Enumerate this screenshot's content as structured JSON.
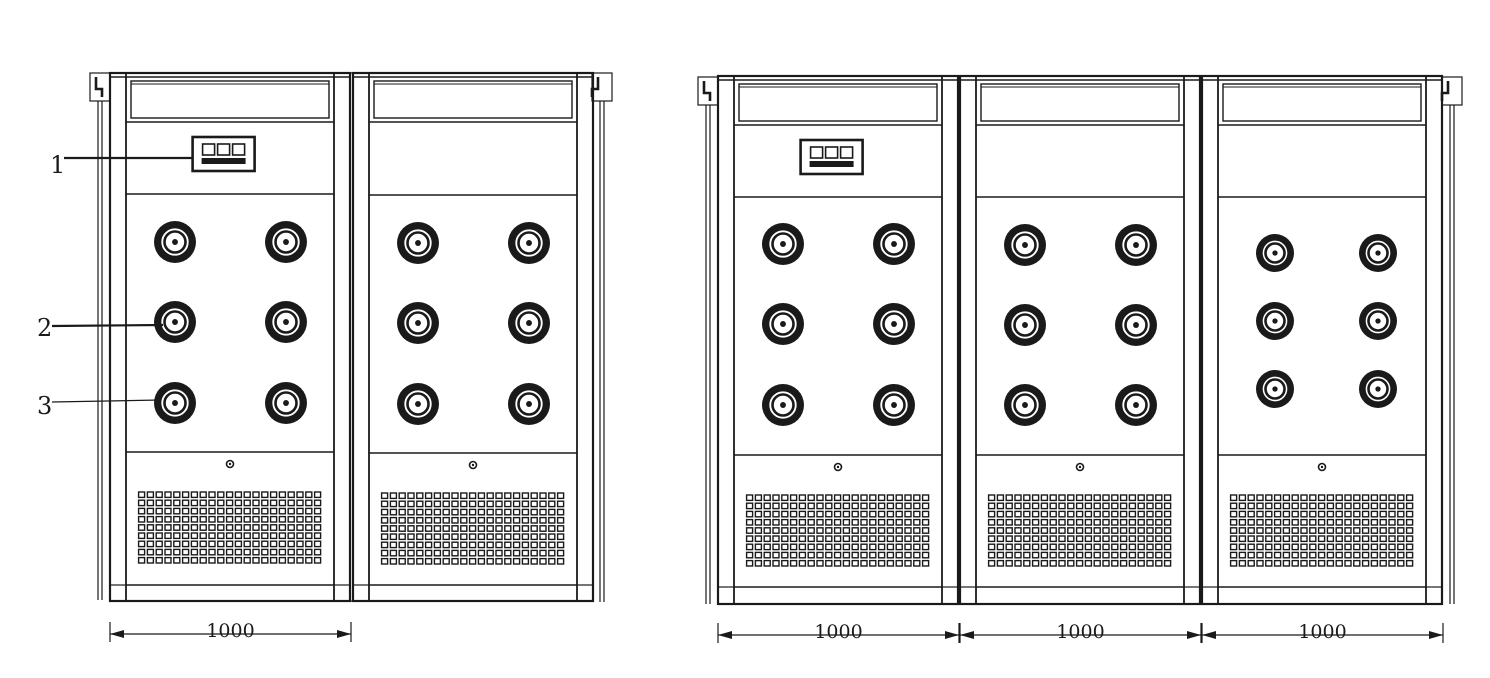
{
  "callouts": [
    {
      "id": "1",
      "label": "1"
    },
    {
      "id": "2",
      "label": "2"
    },
    {
      "id": "3",
      "label": "3"
    }
  ],
  "dimensions": [
    {
      "group": "left",
      "label": "1000"
    },
    {
      "group": "right",
      "label": "1000"
    },
    {
      "group": "right",
      "label": "1000"
    },
    {
      "group": "right",
      "label": "1000"
    }
  ],
  "colors": {
    "line": "#1a1a1a",
    "background": "#ffffff"
  }
}
